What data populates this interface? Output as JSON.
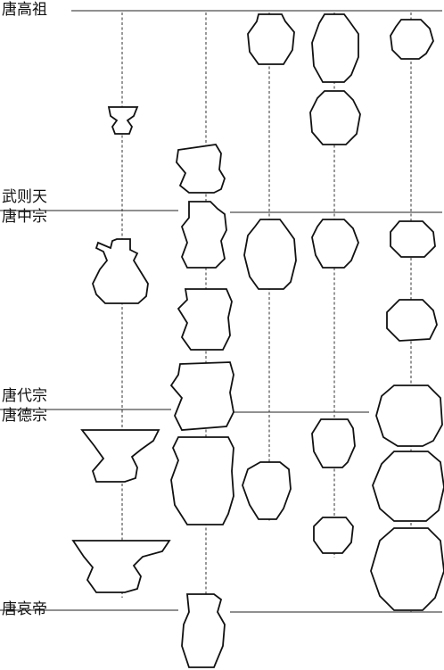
{
  "eras": [
    {
      "id": "gaozu",
      "label": "唐高祖"
    },
    {
      "id": "wuzetian",
      "label": "武则天\n唐中宗"
    },
    {
      "id": "daizong",
      "label": "唐代宗\n唐德宗"
    },
    {
      "id": "aidi",
      "label": "唐哀帝"
    }
  ],
  "columns": [
    "spittoon",
    "ewer",
    "jar-tall",
    "jar-mid",
    "jar-round"
  ]
}
